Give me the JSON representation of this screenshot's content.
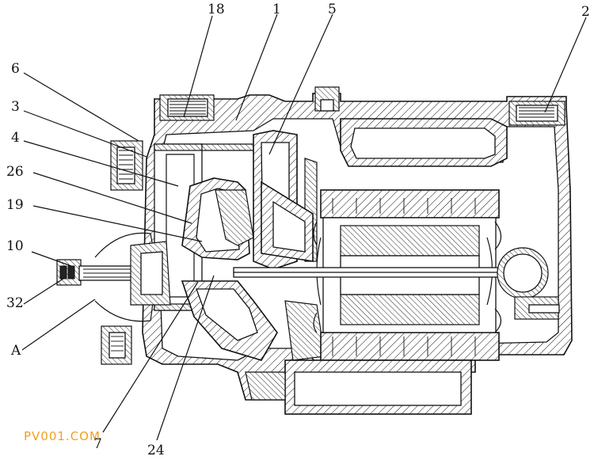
{
  "labels": {
    "l18": "18",
    "l1": "1",
    "l5": "5",
    "l2": "2",
    "l6": "6",
    "l3": "3",
    "l4": "4",
    "l26": "26",
    "l19": "19",
    "l10": "10",
    "l32": "32",
    "lA": "A",
    "l7": "7",
    "l24": "24"
  },
  "watermark": "PV001.COM"
}
